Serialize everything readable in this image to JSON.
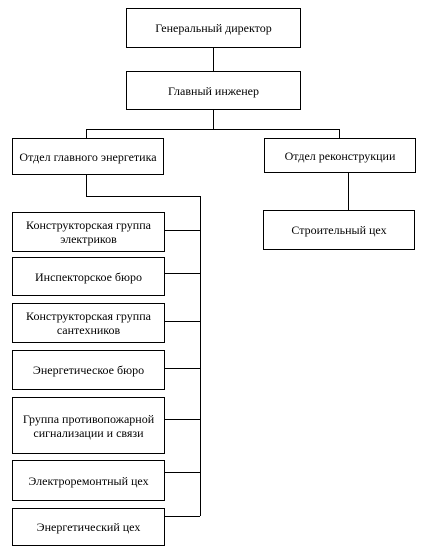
{
  "chart": {
    "top": "Генеральный директор",
    "chief_engineer": "Главный инженер",
    "dept_energy": "Отдел главного энергетика",
    "dept_reconstruction": "Отдел реконструкции",
    "workshop_construction": "Строительный цех",
    "sub_units": [
      "Конструкторская группа электриков",
      "Инспекторское бюро",
      "Конструкторская группа сантехников",
      "Энергетическое бюро",
      "Группа противопожарной сигнализации и связи",
      "Электроремонтный цех",
      "Энергетический цех"
    ]
  }
}
